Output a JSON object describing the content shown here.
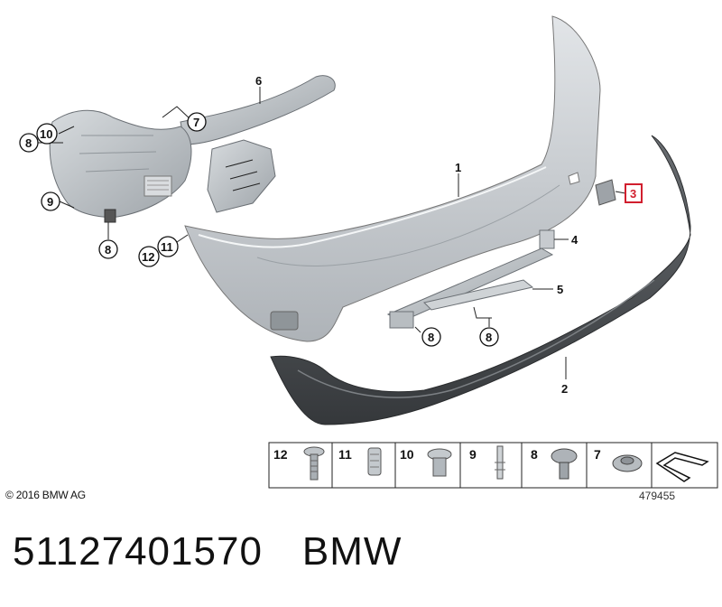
{
  "callouts": {
    "c1": "1",
    "c2": "2",
    "c3": "3",
    "c4": "4",
    "c5": "5",
    "c6": "6",
    "c7": "7",
    "c8a": "8",
    "c8b": "8",
    "c8c": "8",
    "c8d": "8",
    "c9": "9",
    "c10": "10",
    "c11": "11",
    "c12": "12"
  },
  "legend": {
    "items": [
      "12",
      "11",
      "10",
      "9",
      "8",
      "7"
    ]
  },
  "copyright": "© 2016 BMW AG",
  "diagram_number": "479455",
  "footer": {
    "part_number": "51127401570",
    "brand": "BMW"
  },
  "colors": {
    "bumper": "#c9cdd1",
    "lower_trim": "#4a4d50",
    "bracket": "#bcc1c5",
    "highlight_box": "#d11f2e"
  }
}
